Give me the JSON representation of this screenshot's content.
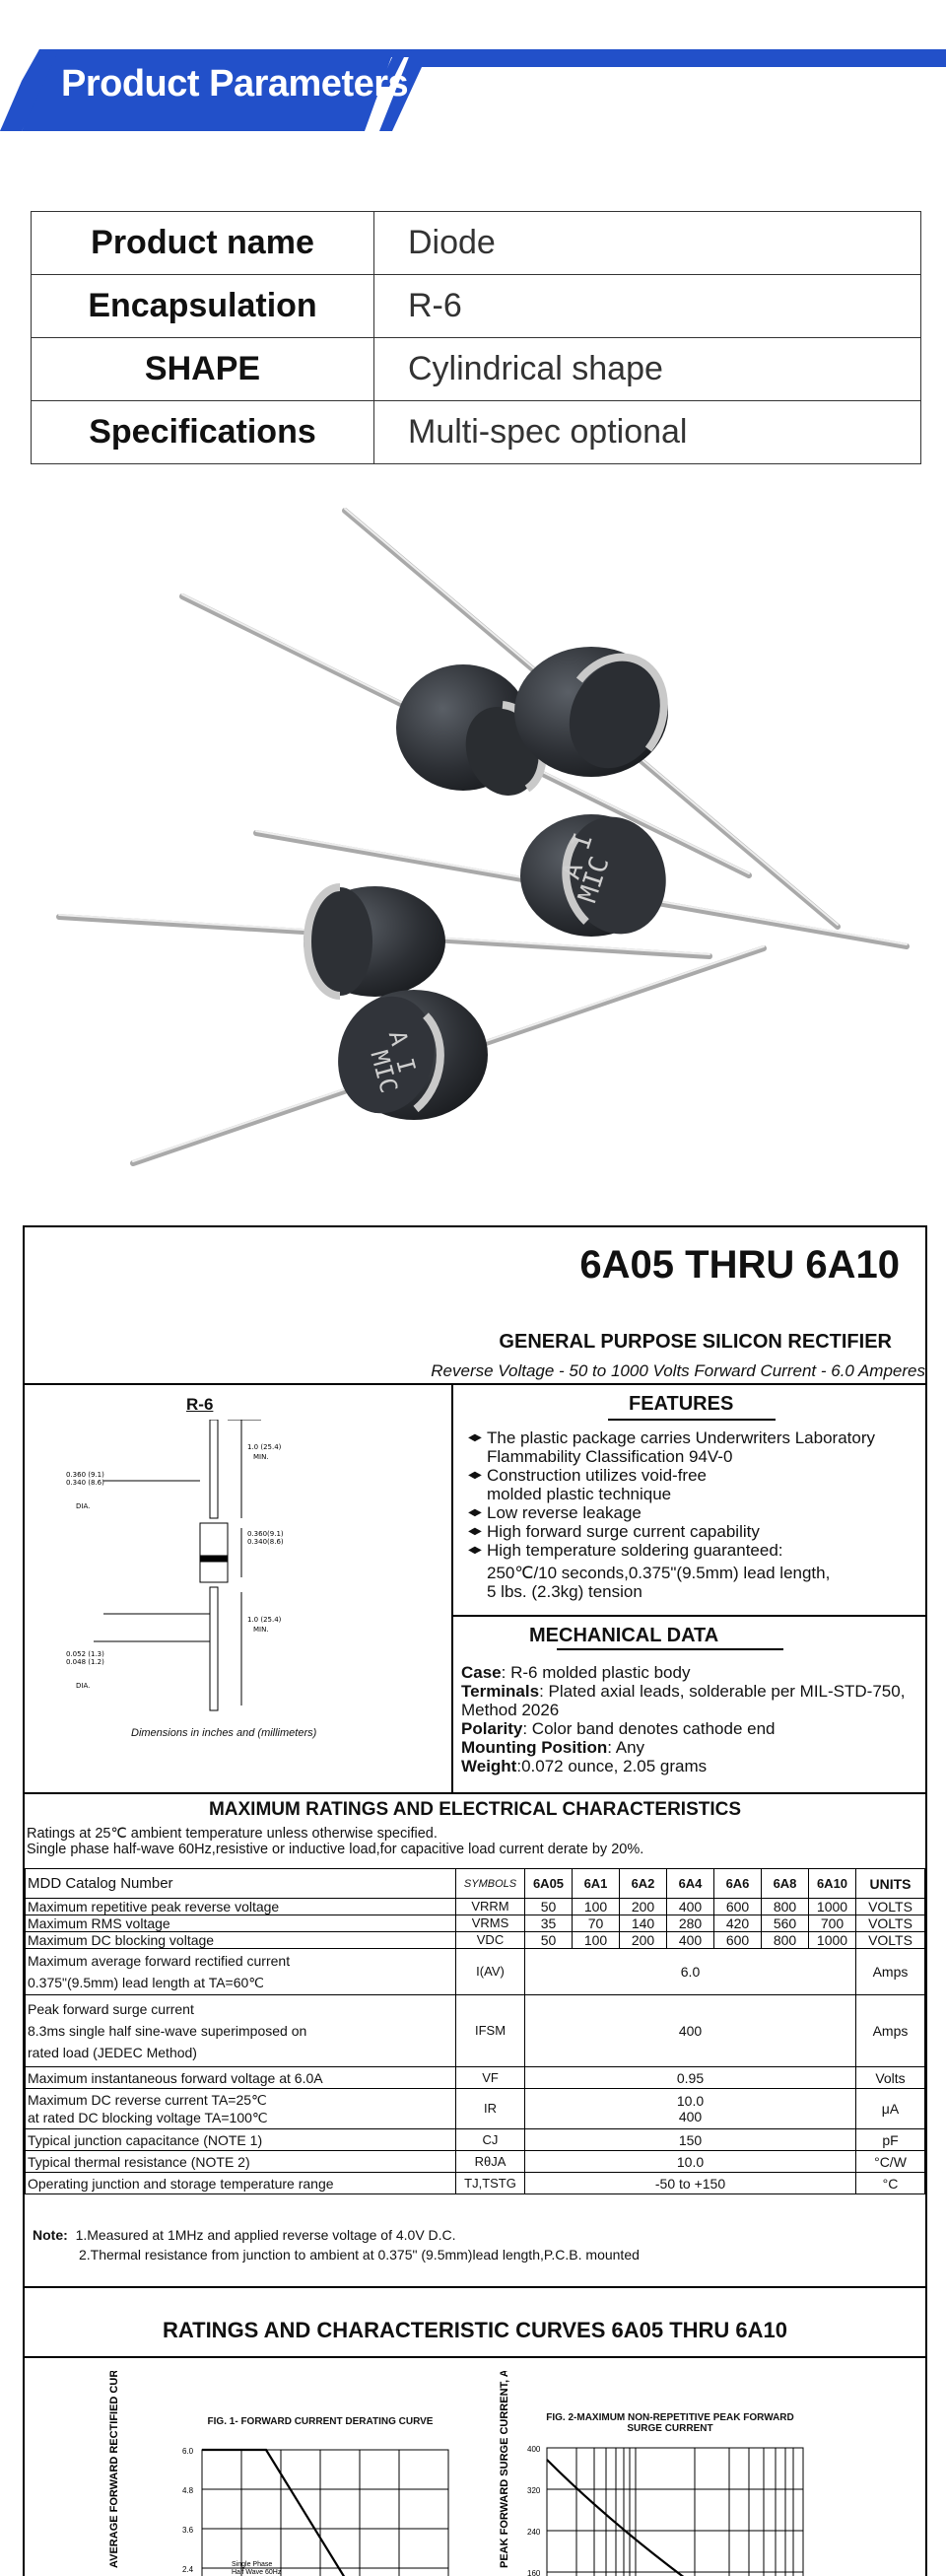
{
  "banner": {
    "title": "Product Parameters",
    "color": "#2250c9"
  },
  "params": [
    {
      "key": "Product name",
      "value": "Diode"
    },
    {
      "key": "Encapsulation",
      "value": "R-6"
    },
    {
      "key": "SHAPE",
      "value": "Cylindrical shape"
    },
    {
      "key": "Specifications",
      "value": "Multi-spec optional"
    }
  ],
  "photo": {
    "markings": [
      "A I",
      "MIC"
    ]
  },
  "datasheet": {
    "title": "6A05 THRU 6A10",
    "subtitle": "GENERAL PURPOSE SILICON RECTIFIER",
    "rating_line": "Reverse Voltage - 50 to 1000 Volts    Forward Current - 6.0 Amperes",
    "package": "R-6",
    "dims_note": "Dimensions in inches and (millimeters)",
    "dims": [
      "1.0 (25.4)",
      "MIN.",
      "0.360 (9.1)",
      "0.340 (8.6)",
      "DIA.",
      "0.360(9.1)",
      "0.340(8.6)",
      "1.0 (25.4)",
      "MIN.",
      "0.052 (1.3)",
      "0.048 (1.2)",
      "DIA."
    ],
    "features_title": "FEATURES",
    "features": [
      "The plastic package carries Underwriters Laboratory",
      "Flammability Classification 94V-0",
      "Construction utilizes void-free",
      "molded plastic technique",
      "Low reverse leakage",
      "High forward surge current capability",
      "High temperature soldering guaranteed:",
      "250℃/10 seconds,0.375\"(9.5mm) lead length,",
      "5 lbs. (2.3kg) tension"
    ],
    "mech_title": "MECHANICAL DATA",
    "mech": {
      "case_k": "Case",
      "case_v": ": R-6 molded plastic body",
      "term_k": "Terminals",
      "term_v": ": Plated axial leads, solderable per MIL-STD-750, Method 2026",
      "pol_k": "Polarity",
      "pol_v": ": Color band denotes cathode end",
      "mount_k": "Mounting Position",
      "mount_v": ": Any",
      "weight_k": "Weight",
      "weight_v": ":0.072 ounce, 2.05 grams"
    },
    "max_title": "MAXIMUM RATINGS AND ELECTRICAL CHARACTERISTICS",
    "max_note1": "Ratings at 25℃ ambient temperature unless otherwise specified.",
    "max_note2": "Single phase half-wave 60Hz,resistive or inductive load,for capacitive load current derate by 20%.",
    "table_head": {
      "label": "MDD Catalog  Number",
      "symbols": "SYMBOLS",
      "cols": [
        "6A05",
        "6A1",
        "6A2",
        "6A4",
        "6A6",
        "6A8",
        "6A10"
      ],
      "units": "UNITS"
    },
    "rows": [
      {
        "desc": "Maximum repetitive peak reverse voltage",
        "sym": "VRRM",
        "vals": [
          "50",
          "100",
          "200",
          "400",
          "600",
          "800",
          "1000"
        ],
        "unit": "VOLTS"
      },
      {
        "desc": "Maximum RMS voltage",
        "sym": "VRMS",
        "vals": [
          "35",
          "70",
          "140",
          "280",
          "420",
          "560",
          "700"
        ],
        "unit": "VOLTS"
      },
      {
        "desc": "Maximum DC blocking voltage",
        "sym": "VDC",
        "vals": [
          "50",
          "100",
          "200",
          "400",
          "600",
          "800",
          "1000"
        ],
        "unit": "VOLTS"
      }
    ],
    "row_if": {
      "desc1": "Maximum average forward rectified current",
      "desc2": "0.375\"(9.5mm) lead length at TA=60℃",
      "sym": "I(AV)",
      "val": "6.0",
      "unit": "Amps"
    },
    "row_ifsm": {
      "desc1": "Peak forward surge current",
      "desc2": "8.3ms single half sine-wave superimposed on",
      "desc3": "rated load (JEDEC Method)",
      "sym": "IFSM",
      "val": "400",
      "unit": "Amps"
    },
    "row_vf": {
      "desc": "Maximum instantaneous forward voltage at 6.0A",
      "sym": "VF",
      "val": "0.95",
      "unit": "Volts"
    },
    "row_ir": {
      "desc1": "Maximum DC reverse current       TA=25℃",
      "desc2": "at rated DC blocking voltage       TA=100℃",
      "sym": "IR",
      "val1": "10.0",
      "val2": "400",
      "unit": "μA"
    },
    "row_cj": {
      "desc": "Typical junction capacitance (NOTE 1)",
      "sym": "CJ",
      "val": "150",
      "unit": "pF"
    },
    "row_rth": {
      "desc": "Typical thermal resistance (NOTE 2)",
      "sym": "RθJA",
      "val": "10.0",
      "unit": "°C/W"
    },
    "row_tj": {
      "desc": "Operating junction and storage temperature range",
      "sym": "TJ,TSTG",
      "val": "-50 to +150",
      "unit": "°C"
    },
    "note_label": "Note:",
    "note1": "1.Measured at 1MHz and applied reverse voltage of 4.0V D.C.",
    "note2": "2.Thermal resistance from junction to ambient  at 0.375\" (9.5mm)lead length,P.C.B. mounted",
    "curves_title": "RATINGS AND CHARACTERISTIC CURVES 6A05 THRU 6A10",
    "fig1": {
      "title": "FIG. 1- FORWARD CURRENT DERATING CURVE",
      "ylabel": "AVERAGE FORWARD RECTIFIED CURRENT, AMPERES",
      "yticks": [
        "6.0",
        "4.8",
        "3.6",
        "2.4"
      ],
      "legend1": "Single Phase",
      "legend2": "Half Wave 60Hz"
    },
    "fig2": {
      "title": "FIG. 2-MAXIMUM NON-REPETITIVE PEAK FORWARD",
      "title2": "SURGE CURRENT",
      "ylabel": "PEAK FORWARD SURGE CURRENT, AMPERES",
      "yticks": [
        "400",
        "320",
        "240",
        "160"
      ]
    }
  }
}
